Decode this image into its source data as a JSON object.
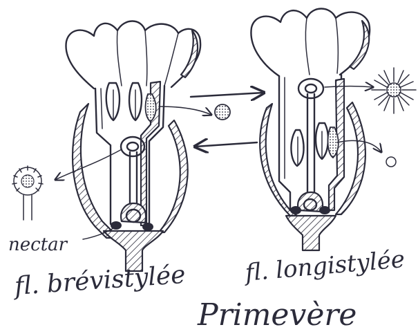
{
  "labels": {
    "nectar": "nectar",
    "short_style": "fl. brévistylée",
    "long_style": "fl. longistylée",
    "title": "Primevère"
  },
  "colors": {
    "ink": "#2b2b3a",
    "paper": "#ffffff"
  }
}
